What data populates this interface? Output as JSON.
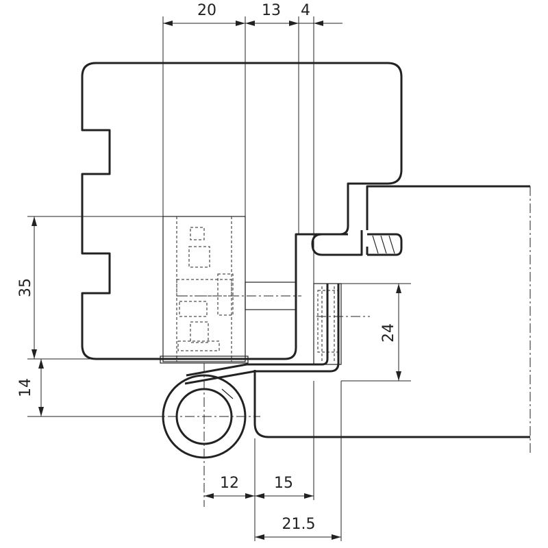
{
  "drawing": {
    "dimensions": {
      "top_20": "20",
      "top_13": "13",
      "top_4": "4",
      "left_35": "35",
      "left_14": "14",
      "right_24": "24",
      "bottom_12": "12",
      "bottom_15": "15",
      "bottom_21_5": "21.5"
    },
    "colors": {
      "line": "#222222",
      "background": "#ffffff"
    }
  }
}
